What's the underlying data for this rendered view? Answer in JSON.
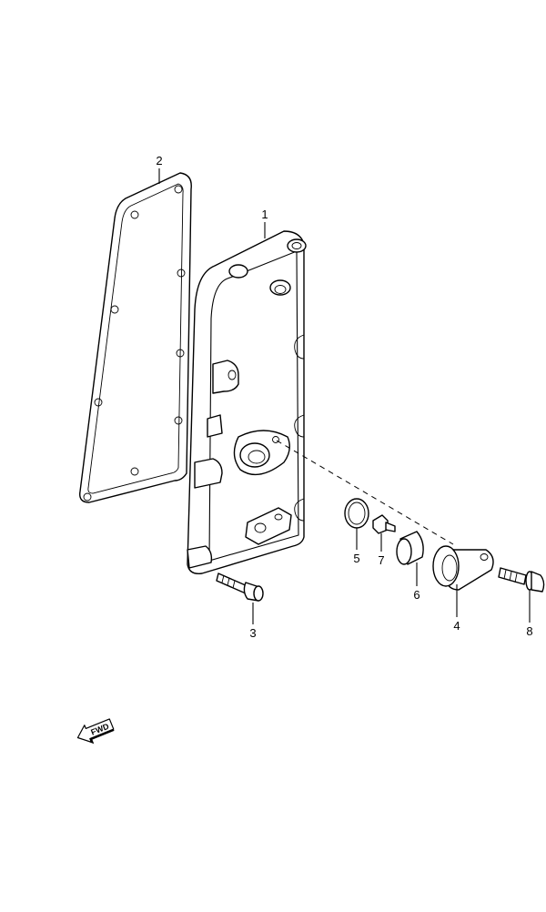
{
  "callouts": [
    {
      "id": "1",
      "label": "1"
    },
    {
      "id": "2",
      "label": "2"
    },
    {
      "id": "3",
      "label": "3"
    },
    {
      "id": "4",
      "label": "4"
    },
    {
      "id": "5",
      "label": "5"
    },
    {
      "id": "6",
      "label": "6"
    },
    {
      "id": "7",
      "label": "7"
    },
    {
      "id": "8",
      "label": "8"
    }
  ],
  "direction_indicator": {
    "text": "FWD",
    "icon": "fwd-arrow-icon"
  }
}
